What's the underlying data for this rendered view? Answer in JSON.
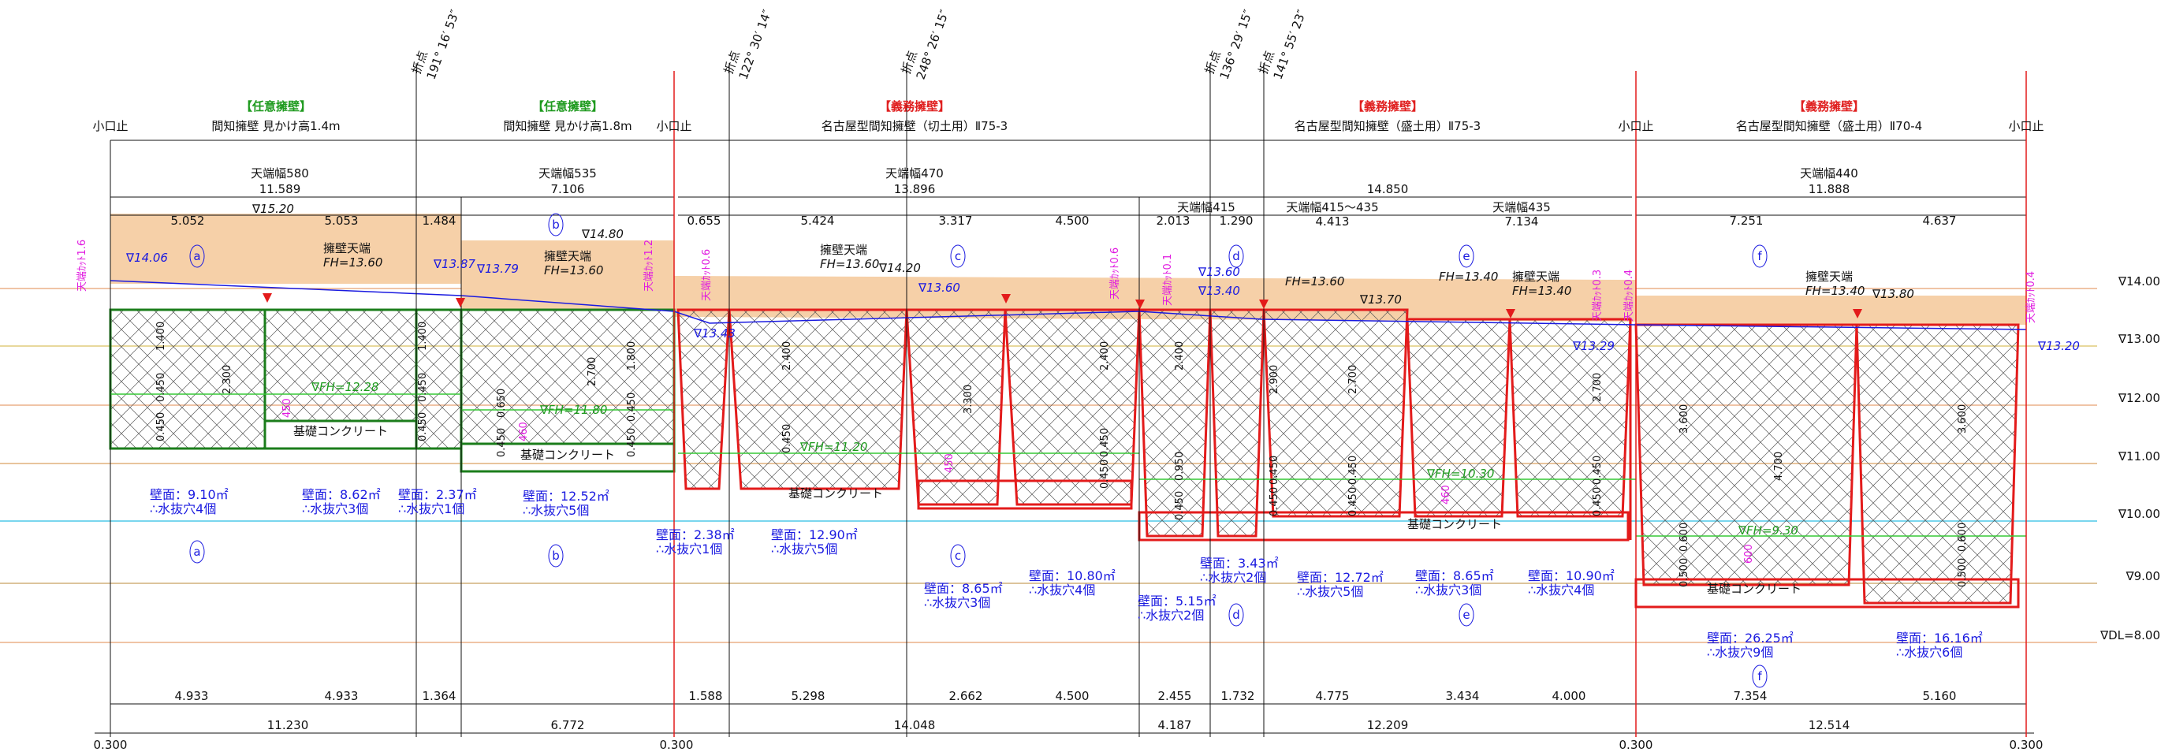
{
  "titles": {
    "a": {
      "tag": "【任意擁壁】",
      "name": "間知擁壁 見かけ高1.4m"
    },
    "b": {
      "tag": "【任意擁壁】",
      "name": "間知擁壁 見かけ高1.8m"
    },
    "c": {
      "tag": "【義務擁壁】",
      "name": "名古屋型間知擁壁（切土用）Ⅱ75-3"
    },
    "d": {
      "tag": "【義務擁壁】",
      "name": "名古屋型間知擁壁（盛土用）Ⅱ75-3"
    },
    "e": {
      "tag": "【義務擁壁】",
      "name": "名古屋型間知擁壁（盛土用）Ⅱ70-4"
    }
  },
  "kokuchi": "小口止",
  "bends": [
    {
      "label": "折点",
      "angle": "191° 16′ 53″"
    },
    {
      "label": "折点",
      "angle": "122° 30′ 14″"
    },
    {
      "label": "折点",
      "angle": "248° 26′ 15″"
    },
    {
      "label": "折点",
      "angle": "136° 29′ 15″"
    },
    {
      "label": "折点",
      "angle": "141° 55′ 23″"
    }
  ],
  "crest": [
    {
      "label": "天端幅580",
      "value": "11.589"
    },
    {
      "label": "天端幅535",
      "value": "7.106"
    },
    {
      "label": "天端幅470",
      "value": "13.896"
    },
    {
      "label": "天端幅415",
      "value": ""
    },
    {
      "label": "天端幅415～435",
      "value": "4.413"
    },
    {
      "label": "天端幅435",
      "value": "7.134"
    },
    {
      "label": "天端幅440",
      "value": "11.888"
    }
  ],
  "span_14850": "14.850",
  "top_dims": [
    "5.052",
    "5.053",
    "1.484",
    "0.655",
    "5.424",
    "3.317",
    "4.500",
    "2.013",
    "1.290",
    "7.251",
    "4.637"
  ],
  "bottom_dims": [
    "4.933",
    "4.933",
    "1.364",
    "1.588",
    "5.298",
    "2.662",
    "4.500",
    "2.455",
    "1.732",
    "4.775",
    "3.434",
    "4.000",
    "7.354",
    "5.160"
  ],
  "total_dims": [
    "11.230",
    "6.772",
    "14.048",
    "4.187",
    "12.209",
    "12.514"
  ],
  "end_dims": [
    "0.300",
    "0.300",
    "0.300",
    "0.300"
  ],
  "levels": [
    "∇14.00",
    "∇13.00",
    "∇12.00",
    "∇11.00",
    "∇10.00",
    "∇9.00",
    "∇DL=8.00"
  ],
  "wall_top_label": "擁壁天端",
  "fh_labels": [
    "FH=13.60",
    "FH=13.60",
    "FH=13.60",
    "FH=13.60",
    "FH=13.40",
    "FH=13.40",
    "FH=13.40"
  ],
  "ground_marks": [
    "∇15.20",
    "∇14.80",
    "∇14.20",
    "∇13.70",
    "∇13.80"
  ],
  "blue_marks": [
    "∇14.06",
    "∇13.87",
    "∇13.79",
    "∇13.43",
    "∇13.60",
    "∇13.60",
    "∇13.40",
    "∇13.29",
    "∇13.20"
  ],
  "green_marks": [
    "∇FH=12.28",
    "∇FH=11.80",
    "∇FH=11.20",
    "∇FH=10.30",
    "∇FH=9.30"
  ],
  "mag_labels": [
    "天端ｶｯﾄ1.6",
    "天端ｶｯﾄ1.2",
    "天端ｶｯﾄ0.6",
    "天端ｶｯﾄ0.6",
    "天端ｶｯﾄ0.1",
    "天端ｶｯﾄ0.3",
    "天端ｶｯﾄ0.4",
    "天端ｶｯﾄ0.4"
  ],
  "foundation": "基礎コンクリート",
  "section_marks": [
    "a",
    "b",
    "c",
    "d",
    "e",
    "f"
  ],
  "areas": [
    {
      "area": "壁面：9.10㎡",
      "holes": "∴水抜穴4個"
    },
    {
      "area": "壁面：8.62㎡",
      "holes": "∴水抜穴3個"
    },
    {
      "area": "壁面：2.37㎡",
      "holes": "∴水抜穴1個"
    },
    {
      "area": "壁面：12.52㎡",
      "holes": "∴水抜穴5個"
    },
    {
      "area": "壁面：2.38㎡",
      "holes": "∴水抜穴1個"
    },
    {
      "area": "壁面：12.90㎡",
      "holes": "∴水抜穴5個"
    },
    {
      "area": "壁面：8.65㎡",
      "holes": "∴水抜穴3個"
    },
    {
      "area": "壁面：10.80㎡",
      "holes": "∴水抜穴4個"
    },
    {
      "area": "壁面：5.15㎡",
      "holes": "∴水抜穴2個"
    },
    {
      "area": "壁面：3.43㎡",
      "holes": "∴水抜穴2個"
    },
    {
      "area": "壁面：12.72㎡",
      "holes": "∴水抜穴5個"
    },
    {
      "area": "壁面：8.65㎡",
      "holes": "∴水抜穴3個"
    },
    {
      "area": "壁面：10.90㎡",
      "holes": "∴水抜穴4個"
    },
    {
      "area": "壁面：26.25㎡",
      "holes": "∴水抜穴9個"
    },
    {
      "area": "壁面：16.16㎡",
      "holes": "∴水抜穴6個"
    }
  ],
  "vdims": [
    "1.400",
    "2.300",
    "0.450",
    "0.450",
    "1.400",
    "0.450",
    "0.450",
    "2.700",
    "0.650",
    "0.450",
    "1.800",
    "0.450",
    "0.450",
    "2.400",
    "0.450",
    "3.300",
    "2.400",
    "0.450",
    "0.450",
    "2.400",
    "0.950",
    "0.450",
    "2.900",
    "0.450",
    "0.450",
    "2.700",
    "0.450",
    "0.450",
    "2.700",
    "0.450",
    "0.450",
    "3.600",
    "0.600",
    "0.500",
    "4.700",
    "3.600",
    "0.500",
    "0.600"
  ],
  "small_dims": [
    "450",
    "460",
    "450",
    "460",
    "600"
  ],
  "colors": {
    "green_wall": "#1b7d1b",
    "red_wall": "#e31b1b",
    "fill": "#f6d0a8",
    "blue": "#1a1ae0",
    "magenta": "#e01ae0"
  }
}
